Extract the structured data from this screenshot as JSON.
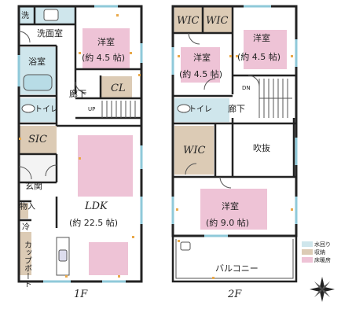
{
  "floors": {
    "first": {
      "label": "1F",
      "rooms": {
        "wash": "洗",
        "washroom": "洗面室",
        "bath": "浴室",
        "toilet": "トイレ",
        "sic": "SIC",
        "entrance": "玄関",
        "storage": "物入",
        "fridge": "冷",
        "cupboard": "カップボード",
        "ldk": "LDK",
        "ldk_size": "(約 22.5 帖)",
        "western": "洋室",
        "western_size": "(約 4.5 帖)",
        "cl": "CL",
        "hallway": "廊下",
        "up": "UP"
      }
    },
    "second": {
      "label": "2F",
      "rooms": {
        "wic_a": "WIC",
        "wic_b": "WIC",
        "western_a": "洋室",
        "western_a_size": "(約 4.5 帖)",
        "western_b": "洋室",
        "western_b_size": "(約 4.5 帖)",
        "dn": "DN",
        "toilet": "トイレ",
        "hallway": "廊下",
        "wic_c": "WIC",
        "void": "吹抜",
        "western_c": "洋室",
        "western_c_size": "(約 9.0 帖)",
        "balcony": "バルコニー"
      }
    }
  },
  "legend": [
    {
      "label": "水回り",
      "color": "#cfe6ec"
    },
    {
      "label": "収納",
      "color": "#dccbb5"
    },
    {
      "label": "床暖房",
      "color": "#eec3d6"
    }
  ],
  "colors": {
    "wall": "#222222",
    "water": "#cfe6ec",
    "storage": "#dccbb5",
    "heating": "#eec3d6",
    "window": "#8fc9d9",
    "outlet": "#e9a94a"
  },
  "icons": [
    "compass-icon"
  ]
}
